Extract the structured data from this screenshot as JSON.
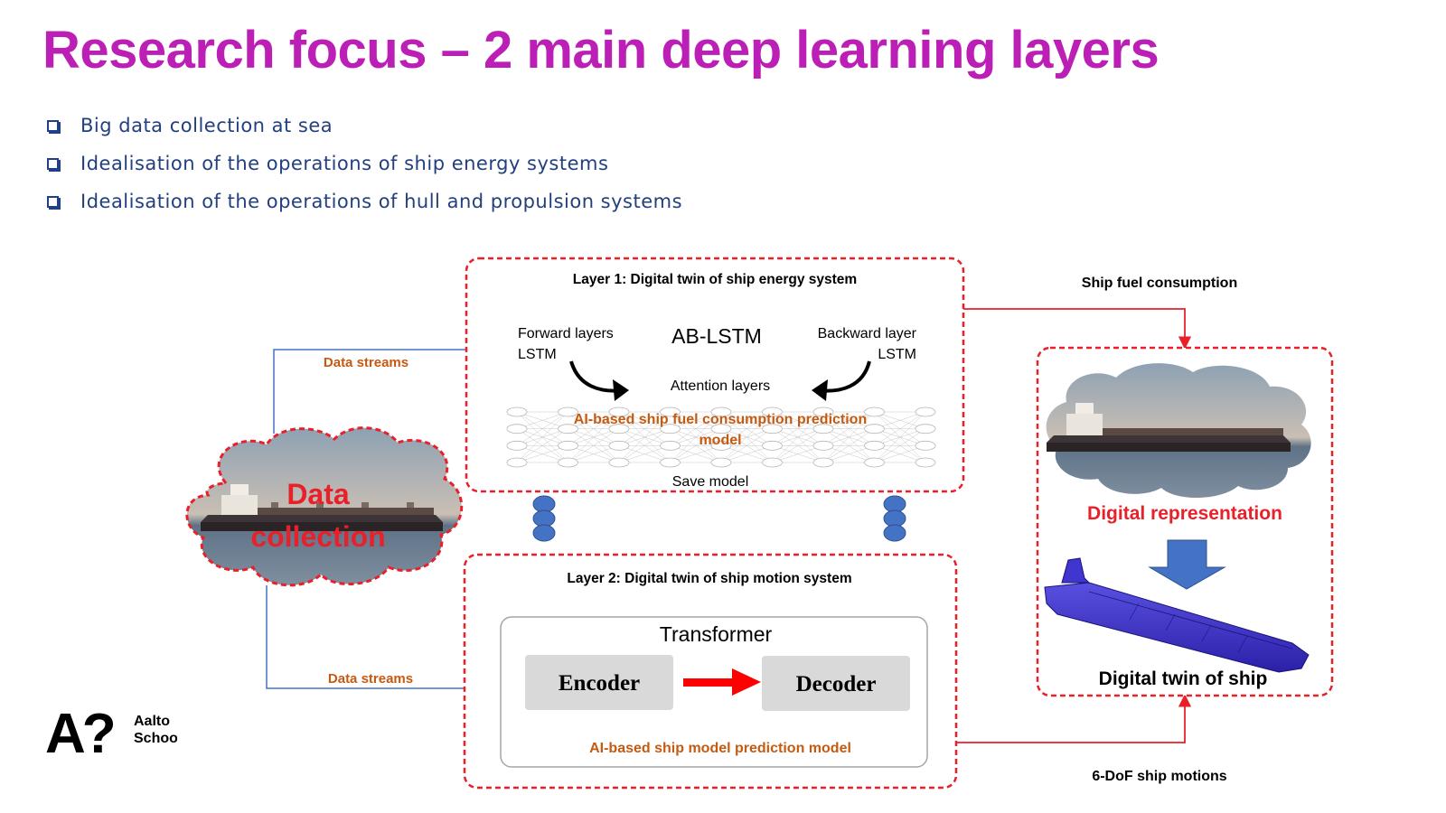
{
  "slide": {
    "title": "Research focus – 2 main deep learning layers",
    "bullets": [
      "Big data collection at sea",
      "Idealisation of the operations of ship energy systems",
      "Idealisation of the operations of hull and propulsion systems"
    ]
  },
  "diagram": {
    "data_collection": {
      "line1": "Data",
      "line2": "collection"
    },
    "data_streams_top": "Data  streams",
    "data_streams_bottom": "Data  streams",
    "layer1": {
      "title": "Layer 1: Digital twin of ship energy system",
      "forward": [
        "Forward layers",
        "LSTM"
      ],
      "model": "AB-LSTM",
      "backward": [
        "Backward layer",
        "LSTM"
      ],
      "attention": "Attention layers",
      "caption": [
        "AI-based ship fuel consumption prediction",
        "model"
      ],
      "save": "Save model"
    },
    "layer2": {
      "title": "Layer 2: Digital twin of ship motion system",
      "transformer": "Transformer",
      "encoder": "Encoder",
      "decoder": "Decoder",
      "caption": "AI-based ship model prediction model"
    },
    "right": {
      "fuel": "Ship fuel consumption",
      "representation": "Digital representation",
      "twin": "Digital twin of ship",
      "motions": "6-DoF ship motions"
    },
    "colors": {
      "title": "#bb1fb5",
      "accent_red": "#e8202a",
      "orange": "#c55a11",
      "blue": "#4472c4"
    }
  },
  "logo": {
    "mark": "A?",
    "line1": "Aalto",
    "line2": "School"
  }
}
